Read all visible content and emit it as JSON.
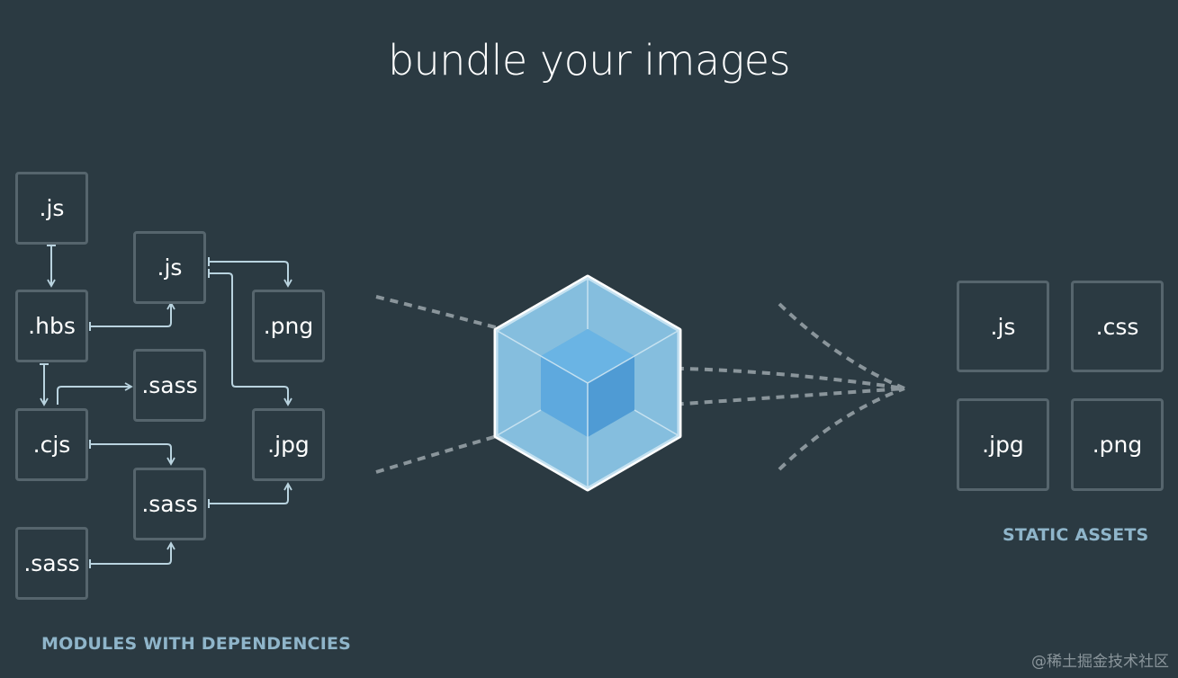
{
  "title": "bundle your images",
  "modules": {
    "caption": "MODULES WITH DEPENDENCIES",
    "js_top": ".js",
    "hbs": ".hbs",
    "cjs": ".cjs",
    "sass_bottom": ".sass",
    "js_mid": ".js",
    "sass_mid": ".sass",
    "sass_lower": ".sass",
    "png": ".png",
    "jpg": ".jpg"
  },
  "assets": {
    "caption": "STATIC ASSETS",
    "js": ".js",
    "css": ".css",
    "jpg": ".jpg",
    "png": ".png"
  },
  "watermark": "@稀土掘金技术社区",
  "colors": {
    "background": "#2b3a42",
    "box_border": "#56656d",
    "arrow": "#b9d3df",
    "caption": "#8fb5ca",
    "cube_outer": "#8ed6fb",
    "cube_inner": "#1c78c0"
  }
}
